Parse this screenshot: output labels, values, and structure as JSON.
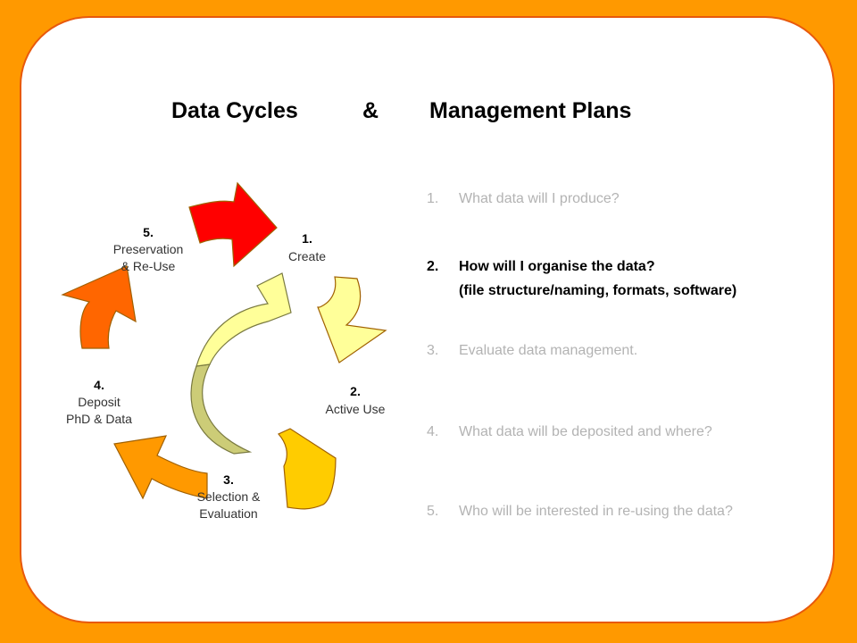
{
  "title": {
    "left": "Data Cycles",
    "amp": "&",
    "right": "Management Plans"
  },
  "cycle": {
    "steps": [
      {
        "num": "1.",
        "lines": [
          "Create"
        ],
        "color": "#ffff99"
      },
      {
        "num": "2.",
        "lines": [
          "Active Use"
        ],
        "color": "#ffcc00"
      },
      {
        "num": "3.",
        "lines": [
          "Selection &",
          "Evaluation"
        ],
        "color": "#ff9900"
      },
      {
        "num": "4.",
        "lines": [
          "Deposit",
          "PhD & Data"
        ],
        "color": "#ff6600"
      },
      {
        "num": "5.",
        "lines": [
          "Preservation",
          "& Re-Use"
        ],
        "color": "#ff0000"
      }
    ],
    "inner_colors": [
      "#ffff99",
      "#cccc77"
    ]
  },
  "questions": [
    {
      "num": "1.",
      "text": "What data will I produce?",
      "sub": "",
      "active": false
    },
    {
      "num": "2.",
      "text": "How will I organise the data?",
      "sub": "(file structure/naming, formats, software)",
      "active": true
    },
    {
      "num": "3.",
      "text": "Evaluate data management.",
      "sub": "",
      "active": false
    },
    {
      "num": "4.",
      "text": "What data will be deposited and where?",
      "sub": "",
      "active": false
    },
    {
      "num": "5.",
      "text": "Who will be interested in re-using the data?",
      "sub": "",
      "active": false
    }
  ]
}
